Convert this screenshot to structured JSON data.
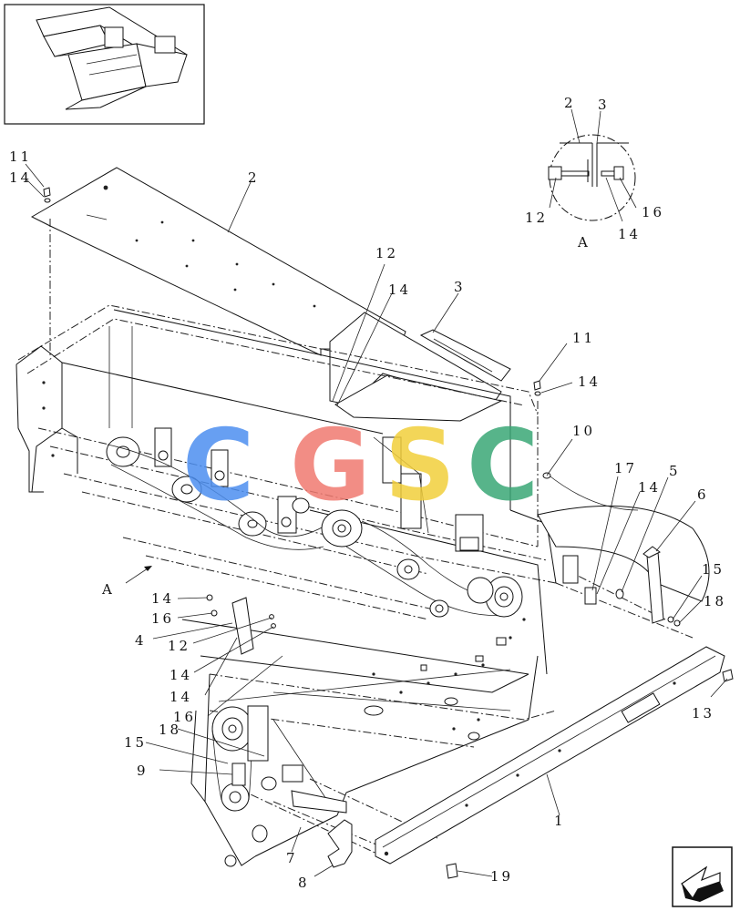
{
  "watermark": {
    "letters": [
      "C",
      "G",
      "S",
      "C"
    ],
    "colors": [
      "#4d8ff0",
      "#f07a70",
      "#f2cf3c",
      "#3aa876"
    ]
  },
  "callouts": {
    "c1": "1",
    "c2": "2",
    "c2b": "2",
    "c3": "3",
    "c3b": "3",
    "c4": "4",
    "c5": "5",
    "c6": "6",
    "c7": "7",
    "c8": "8",
    "c9": "9",
    "c10": "10",
    "c11a": "11",
    "c11b": "11",
    "c12a": "12",
    "c12b": "12",
    "c12c": "12",
    "c13": "13",
    "c14a": "14",
    "c14b": "14",
    "c14c": "14",
    "c14d": "14",
    "c14e": "14",
    "c14f": "14",
    "c14g": "14",
    "c14h": "14",
    "c15a": "15",
    "c15b": "15",
    "c16a": "16",
    "c16b": "16",
    "c16c": "16",
    "c17": "17",
    "c18a": "18",
    "c18b": "18",
    "c19": "19",
    "viewA": "A",
    "viewAdetail": "A"
  },
  "icons": {
    "thumbnail": "assembly-thumbnail-icon",
    "navigation": "previous-page-arrow-icon"
  }
}
